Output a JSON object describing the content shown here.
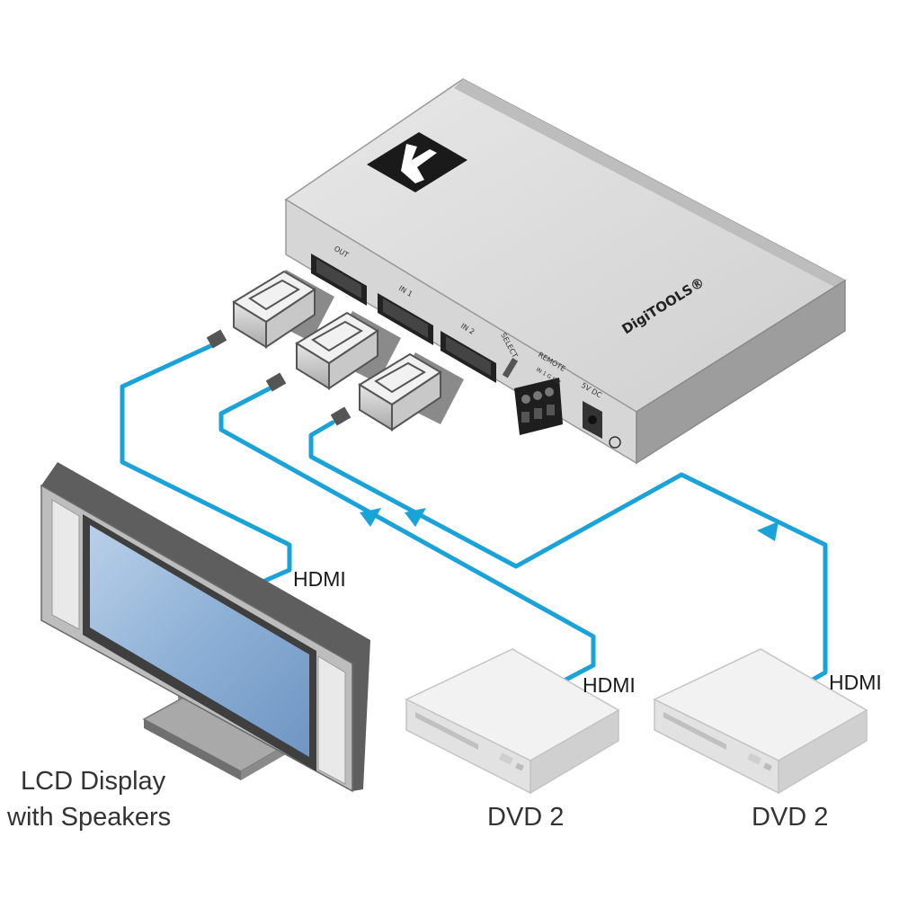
{
  "labels": {
    "hdmi_tv": "HDMI",
    "hdmi_dvd1": "HDMI",
    "hdmi_dvd2": "HDMI",
    "lcd_line1": "LCD Display",
    "lcd_line2": "with Speakers",
    "dvd1": "DVD 2",
    "dvd2": "DVD 2"
  },
  "device": {
    "brand": "DigiTOOLS®",
    "port_out": "OUT",
    "port_in1": "IN 1",
    "port_in2": "IN 2",
    "switch_label": "SELECT",
    "remote_label": "REMOTE",
    "remote_pins": "IN 1 G IN2",
    "power_label": "5V DC"
  },
  "colors": {
    "cable": "#1aa3d9",
    "device_body": "#dcdcdc",
    "screen": "#8fb3d9"
  }
}
